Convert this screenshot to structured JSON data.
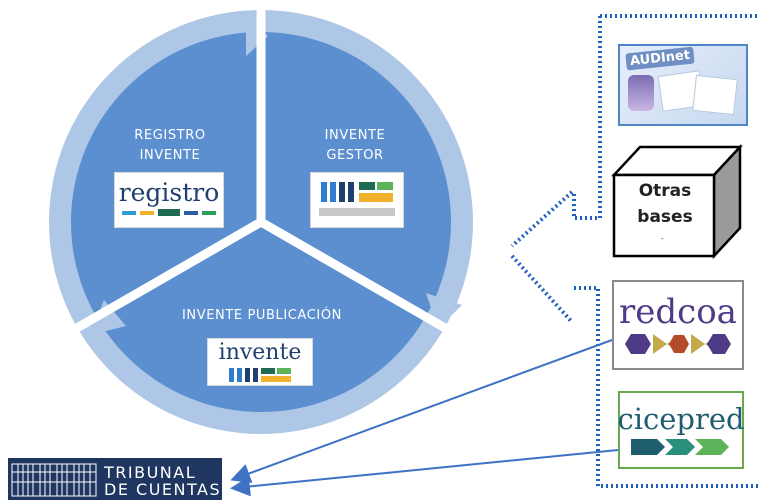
{
  "cycle": {
    "segments": [
      {
        "label_line1": "REGISTRO",
        "label_line2": "INVENTE",
        "logo_text": "registro"
      },
      {
        "label_line1": "INVENTE",
        "label_line2": "GESTOR",
        "logo_text": ""
      },
      {
        "label_line1": "INVENTE PUBLICACIÓN",
        "label_line2": "",
        "logo_text": "invente"
      }
    ],
    "colors": {
      "fill": "#5b8fd0",
      "ring": "#afc7e6",
      "separator": "#ffffff"
    }
  },
  "sources": {
    "audinet": {
      "logo_text": "AUDInet"
    },
    "otras_bases": {
      "line1": "Otras",
      "line2": "bases",
      "mark": "-"
    },
    "redcoa": {
      "logo_text": "redcoa"
    },
    "cicepred": {
      "logo_text": "cicepred"
    }
  },
  "tribunal": {
    "line1": "TRIBUNAL",
    "line2": "DE CUENTAS"
  },
  "colors": {
    "dotted_border": "#1f5fbf",
    "connector_arrow": "#3e72c4",
    "tribunal_bg": "#1f3660",
    "brand_dark": "#1f3f6e"
  }
}
